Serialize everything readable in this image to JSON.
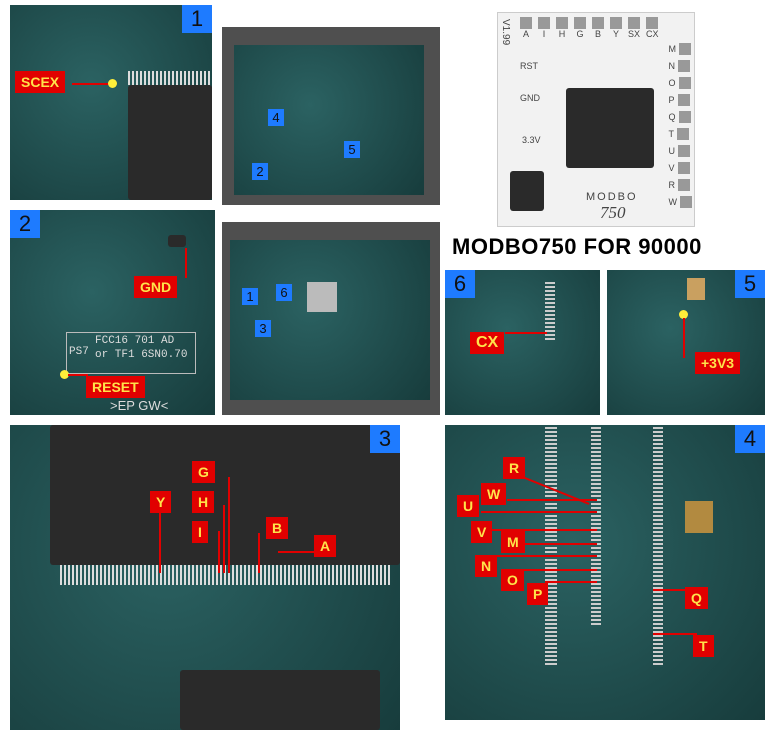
{
  "title": "MODBO750 FOR 90000",
  "panels": {
    "p1": {
      "num": "1",
      "labels": [
        "SCEX"
      ]
    },
    "p2": {
      "num": "2",
      "labels": [
        "GND",
        "RESET"
      ],
      "silk": [
        "FCC16 701 AD",
        "or TF1 6SN0.70",
        ">EP  GW<"
      ],
      "ps": "PS7"
    },
    "p3": {
      "num": "3",
      "labels": [
        "Y",
        "G",
        "H",
        "I",
        "B",
        "A"
      ]
    },
    "p4": {
      "num": "4",
      "labels": [
        "R",
        "W",
        "U",
        "V",
        "M",
        "N",
        "O",
        "P",
        "Q",
        "T"
      ]
    },
    "p5": {
      "num": "5",
      "labels": [
        "+3V3"
      ]
    },
    "p6": {
      "num": "6",
      "labels": [
        "CX"
      ]
    }
  },
  "board_top_markers": [
    "4",
    "2",
    "5"
  ],
  "board_bottom_markers": [
    "1",
    "6",
    "3"
  ],
  "chip": {
    "version": "V1.99",
    "top_pins": [
      "A",
      "I",
      "H",
      "G",
      "B",
      "Y",
      "SX",
      "CX"
    ],
    "right_pins": [
      "M",
      "N",
      "O",
      "P",
      "Q",
      "T",
      "U",
      "V",
      "R",
      "W"
    ],
    "left_pins": [
      "RST",
      "GND",
      "3.3V"
    ],
    "brand": "MODBO",
    "model": "750"
  }
}
